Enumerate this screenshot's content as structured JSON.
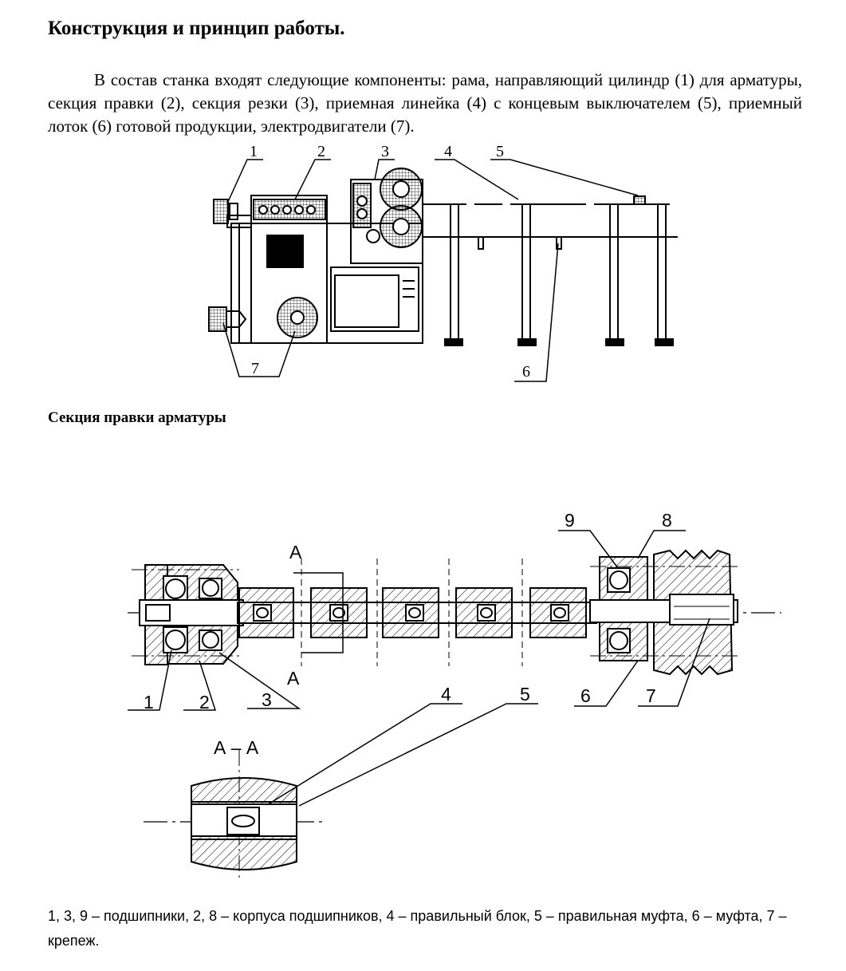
{
  "heading": "Конструкция и принцип работы.",
  "paragraph": "В состав станка входят следующие компоненты: рама, направляющий цилиндр (1) для арматуры, секция правки (2), секция резки (3), приемная линейка (4) с концевым выключателем (5), приемный лоток (6) готовой продукции, электродвигатели (7).",
  "figure1_labels": [
    "1",
    "2",
    "3",
    "4",
    "5",
    "6",
    "7"
  ],
  "section_heading": "Секция правки арматуры",
  "figure2_labels": [
    "1",
    "2",
    "3",
    "4",
    "5",
    "6",
    "7",
    "8",
    "9"
  ],
  "section_mark": "А",
  "section_view_label": "А – А",
  "caption": "1, 3, 9 – подшипники, 2, 8 – корпуса подшипников, 4 – правильный блок, 5 – правильная муфта, 6 – муфта, 7 – крепеж."
}
